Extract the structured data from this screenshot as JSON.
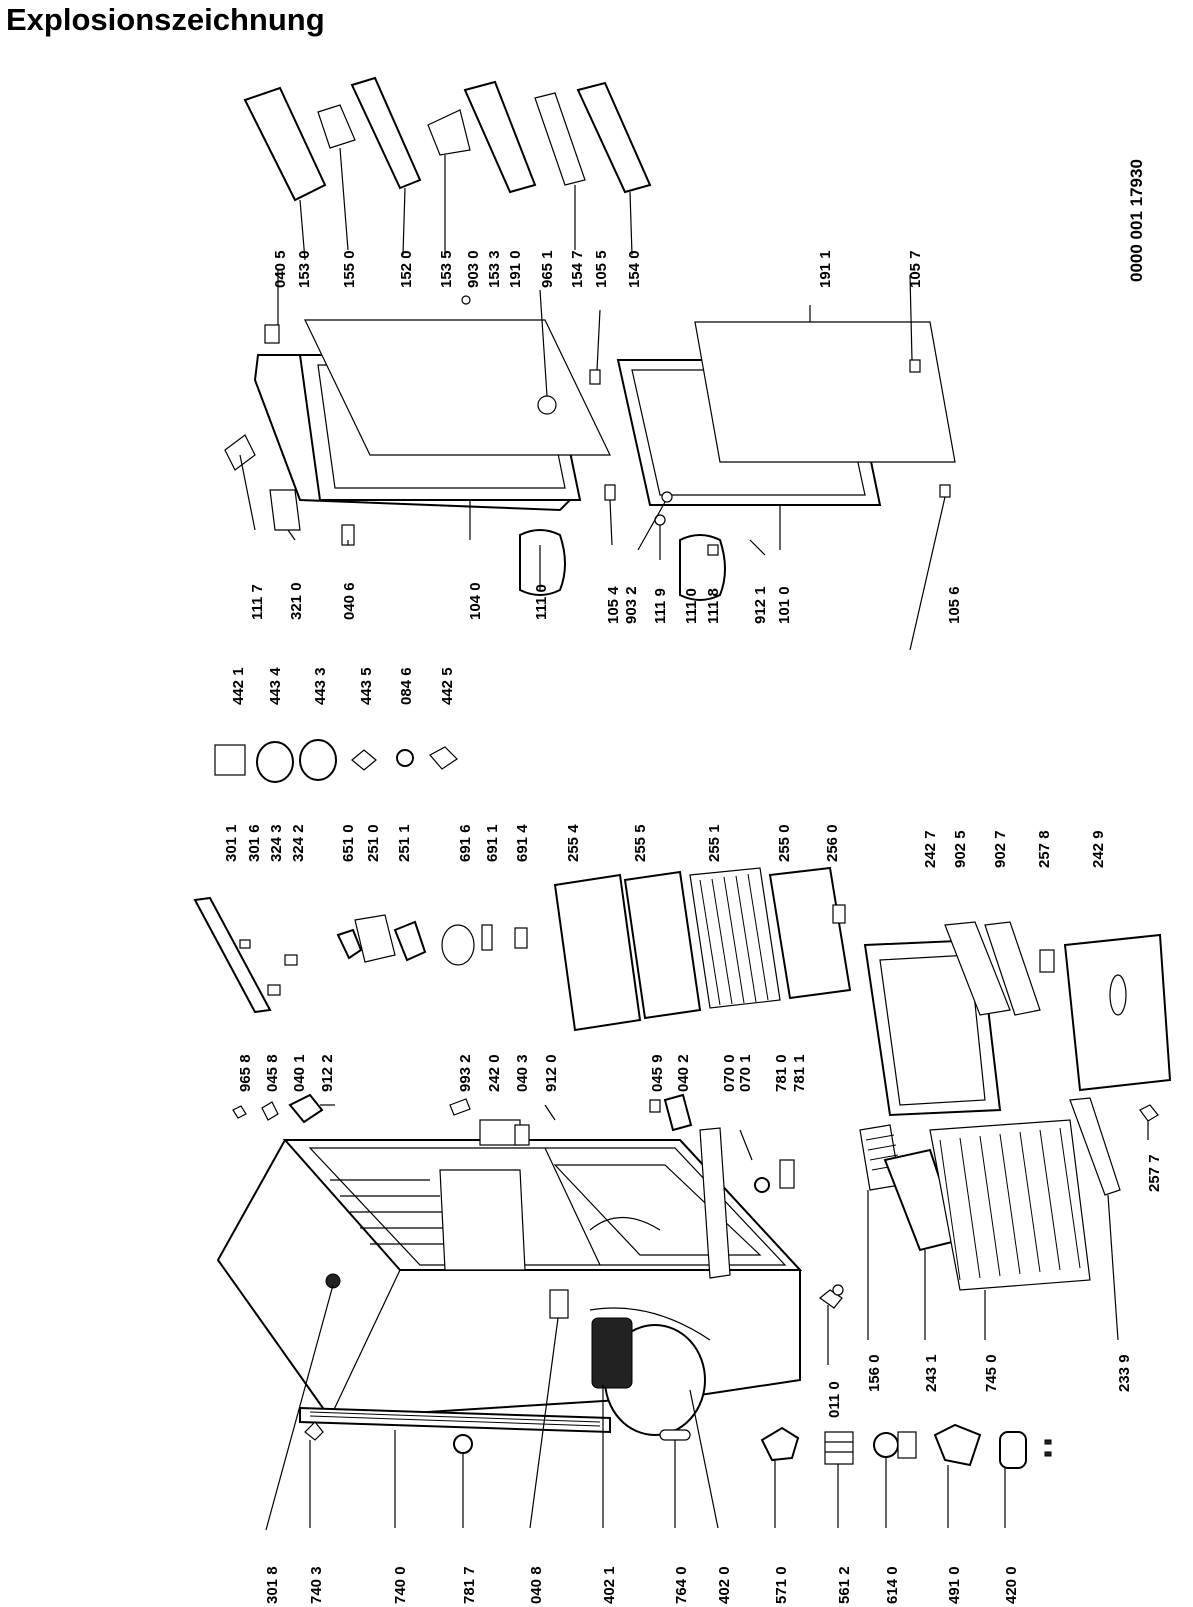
{
  "title": "Explosionszeichnung",
  "document_number": "0000 001 17930",
  "labels": {
    "l3018": "301 8",
    "l7403": "740 3",
    "l7400": "740 0",
    "l7817": "781 7",
    "l0408": "040 8",
    "l4021": "402 1",
    "l7640": "764 0",
    "l4020": "402 0",
    "l5710": "571 0",
    "l5612": "561 2",
    "l6140": "614 0",
    "l4910": "491 0",
    "l4200": "420 0",
    "l0110": "011 0",
    "l1560": "156 0",
    "l2431": "243 1",
    "l7450": "745 0",
    "l2339": "233 9",
    "l2577": "257 7",
    "l9658": "965 8",
    "l0458": "045 8",
    "l0401": "040 1",
    "l9122": "912 2",
    "l9932": "993 2",
    "l2420": "242 0",
    "l0403": "040 3",
    "l9120": "912 0",
    "l0459": "045 9",
    "l0402": "040 2",
    "l0700": "070 0",
    "l0701": "070 1",
    "l7810": "781 0",
    "l7811": "781 1",
    "l3011": "301 1",
    "l3016": "301 6",
    "l3243": "324 3",
    "l3242": "324 2",
    "l6510": "651 0",
    "l2510": "251 0",
    "l2511": "251 1",
    "l6916": "691 6",
    "l6911": "691 1",
    "l6914": "691 4",
    "l2554": "255 4",
    "l2555": "255 5",
    "l2551": "255 1",
    "l2550": "255 0",
    "l2560": "256 0",
    "l2427": "242 7",
    "l9025": "902 5",
    "l9027": "902 7",
    "l2578": "257 8",
    "l2429": "242 9",
    "l4421": "442 1",
    "l4434": "443 4",
    "l4433": "443 3",
    "l4435": "443 5",
    "l0846": "084 6",
    "l4425": "442 5",
    "l1117": "111 7",
    "l3210": "321 0",
    "l0406": "040 6",
    "l1040": "104 0",
    "l1110a": "111 0",
    "l1054": "105 4",
    "l9032": "903 2",
    "l1119": "111 9",
    "l1110b": "111 0",
    "l1118": "111 8",
    "l9121": "912 1",
    "l1010": "101 0",
    "l1056": "105 6",
    "l0405": "040 5",
    "l1530": "153 0",
    "l1550": "155 0",
    "l1520": "152 0",
    "l1535": "153 5",
    "l9030": "903 0",
    "l1533": "153 3",
    "l1910": "191 0",
    "l9651": "965 1",
    "l1547": "154 7",
    "l1055": "105 5",
    "l1540": "154 0",
    "l1911": "191 1",
    "l1057": "105 7"
  }
}
